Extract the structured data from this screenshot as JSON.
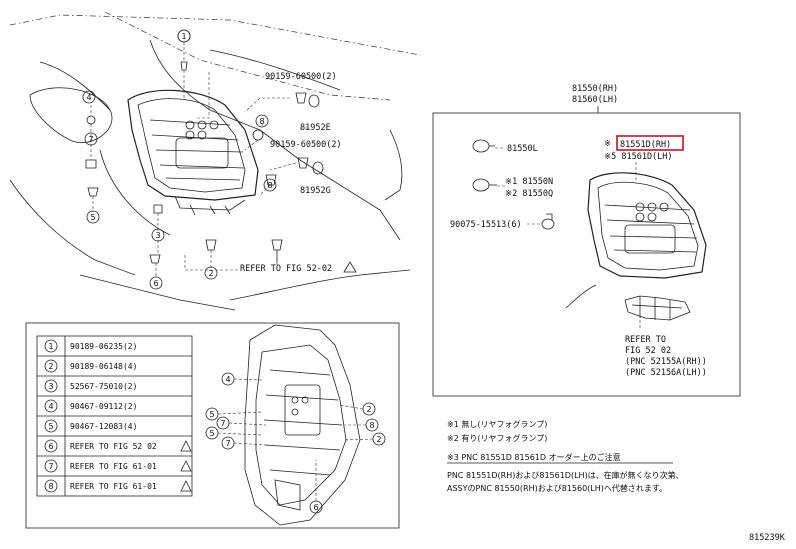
{
  "header": {
    "part_range_rh": "81550(RH)",
    "part_range_lh": "81560(LH)"
  },
  "left_labels": {
    "clip_bolt_1": "90159-60500(2)",
    "clip_bolt_2": "90159-60500(2)",
    "part_81952e": "81952E",
    "part_81952g": "81952G",
    "refer_main": "REFER TO FIG 52-02"
  },
  "right_labels": {
    "socket": "81550L",
    "mark1_part": "※1 81550N",
    "mark2_part": "※2 81550Q",
    "screw": "90075-15513(6)",
    "lens_rh": "81551D(RH)",
    "lens_lh": "※5 81561D(LH)",
    "lens_mark": "※",
    "refer_to": "REFER TO",
    "refer_fig": "FIG 52 02",
    "pnc_rh": "(PNC 52155A(RH))",
    "pnc_lh": "(PNC 52156A(LH))"
  },
  "legend": [
    {
      "num": "1",
      "text": "90189-06235(2)"
    },
    {
      "num": "2",
      "text": "90189-06148(4)"
    },
    {
      "num": "3",
      "text": "52567-75010(2)"
    },
    {
      "num": "4",
      "text": "90467-09112(2)"
    },
    {
      "num": "5",
      "text": "90467-12083(4)"
    },
    {
      "num": "6",
      "text": "REFER TO FIG 52 02"
    },
    {
      "num": "7",
      "text": "REFER TO FIG 61-01"
    },
    {
      "num": "8",
      "text": "REFER TO FIG 61-01"
    }
  ],
  "notes": {
    "note1": "※1 無し(リヤフォグランプ)",
    "note2": "※2 有り(リヤフォグランプ)",
    "note3_head": "※3 PNC 81551D 81561D オーダー上のご注意",
    "note3_line1": "PNC 81551D(RH)および81561D(LH)は、在庫が無くなり次第、",
    "note3_line2": "ASSYのPNC 81550(RH)および81560(LH)へ代替されます。"
  },
  "footer_code": "815239K"
}
